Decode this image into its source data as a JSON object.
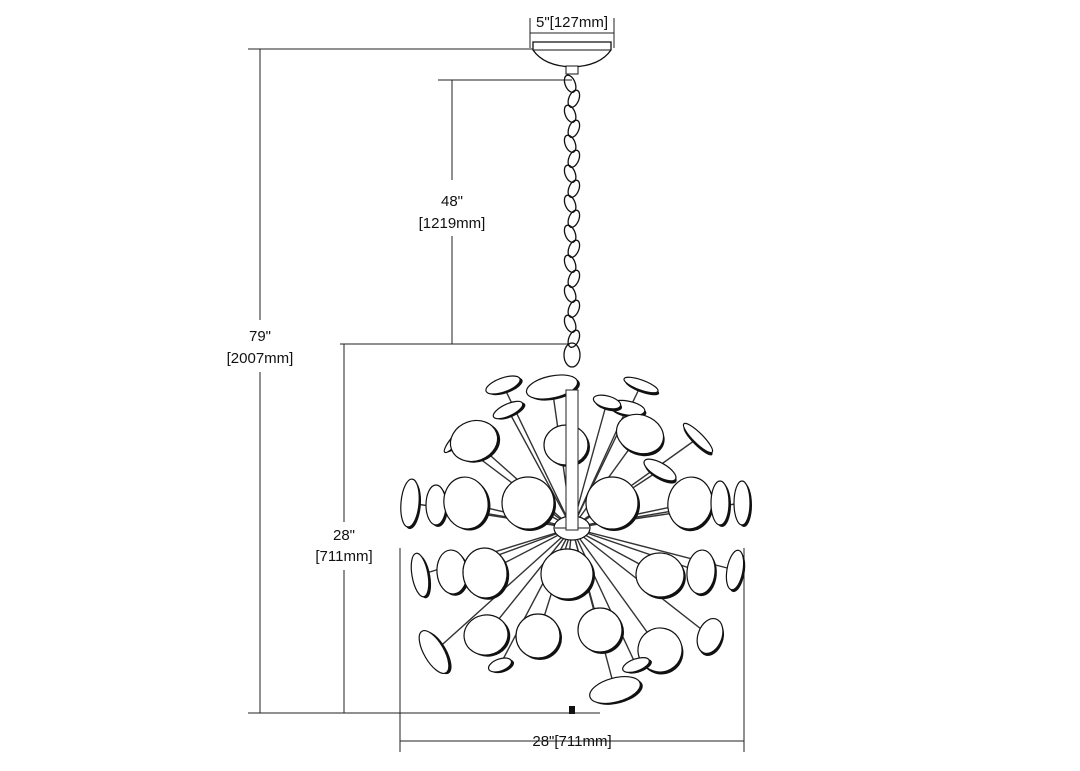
{
  "dimensions": {
    "canopy_width": "5\"[127mm]",
    "chain_length_in": "48\"",
    "chain_length_mm": "[1219mm]",
    "overall_height_in": "79\"",
    "overall_height_mm": "[2007mm]",
    "fixture_height_in": "28\"",
    "fixture_height_mm": "[711mm]",
    "fixture_width": "28\"[711mm]"
  }
}
